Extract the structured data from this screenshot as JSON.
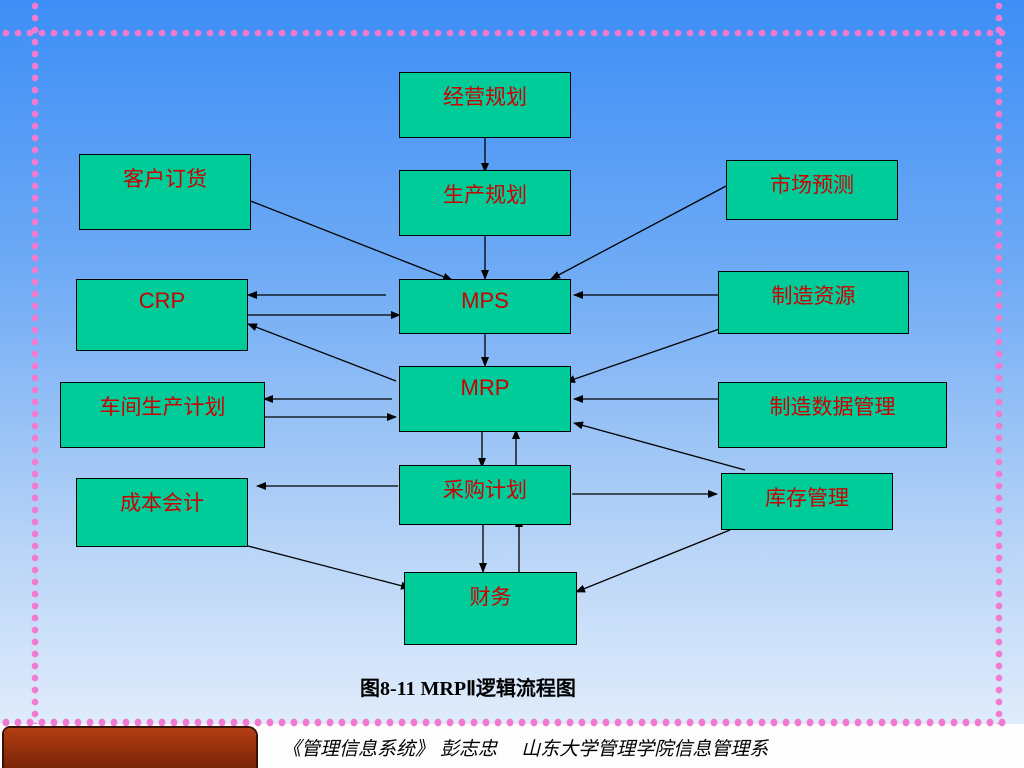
{
  "diagram": {
    "nodes": {
      "business_plan": "经营规划",
      "production_plan": "生产规划",
      "customer_orders": "客户订货",
      "market_forecast": "市场预测",
      "crp": "CRP",
      "mps": "MPS",
      "manufacturing_resources": "制造资源",
      "mrp": "MRP",
      "shop_floor_plan": "车间生产计划",
      "manufacturing_data_mgmt": "制造数据管理",
      "purchase_plan": "采购计划",
      "cost_accounting": "成本会计",
      "inventory_mgmt": "库存管理",
      "finance": "财务"
    },
    "edges": [
      [
        "business_plan",
        "production_plan"
      ],
      [
        "production_plan",
        "mps"
      ],
      [
        "customer_orders",
        "mps"
      ],
      [
        "market_forecast",
        "mps"
      ],
      [
        "mps",
        "crp"
      ],
      [
        "crp",
        "mps"
      ],
      [
        "manufacturing_resources",
        "mps"
      ],
      [
        "mps",
        "mrp"
      ],
      [
        "mrp",
        "crp"
      ],
      [
        "manufacturing_resources",
        "mrp"
      ],
      [
        "mrp",
        "shop_floor_plan"
      ],
      [
        "shop_floor_plan",
        "mrp"
      ],
      [
        "manufacturing_data_mgmt",
        "mrp"
      ],
      [
        "mrp",
        "purchase_plan"
      ],
      [
        "purchase_plan",
        "mrp"
      ],
      [
        "inventory_mgmt",
        "mrp"
      ],
      [
        "purchase_plan",
        "cost_accounting"
      ],
      [
        "purchase_plan",
        "inventory_mgmt"
      ],
      [
        "purchase_plan",
        "finance"
      ],
      [
        "finance",
        "purchase_plan"
      ],
      [
        "cost_accounting",
        "finance"
      ],
      [
        "inventory_mgmt",
        "finance"
      ]
    ],
    "colors": {
      "node_fill": "#00cc99",
      "node_text": "#cc0000",
      "edge": "#000000",
      "dot_border": "#f27bd1"
    }
  },
  "caption": "图8-11 MRPⅡ逻辑流程图",
  "footer": {
    "text": "《管理信息系统》 彭志忠    山东大学管理学院信息管理系"
  }
}
